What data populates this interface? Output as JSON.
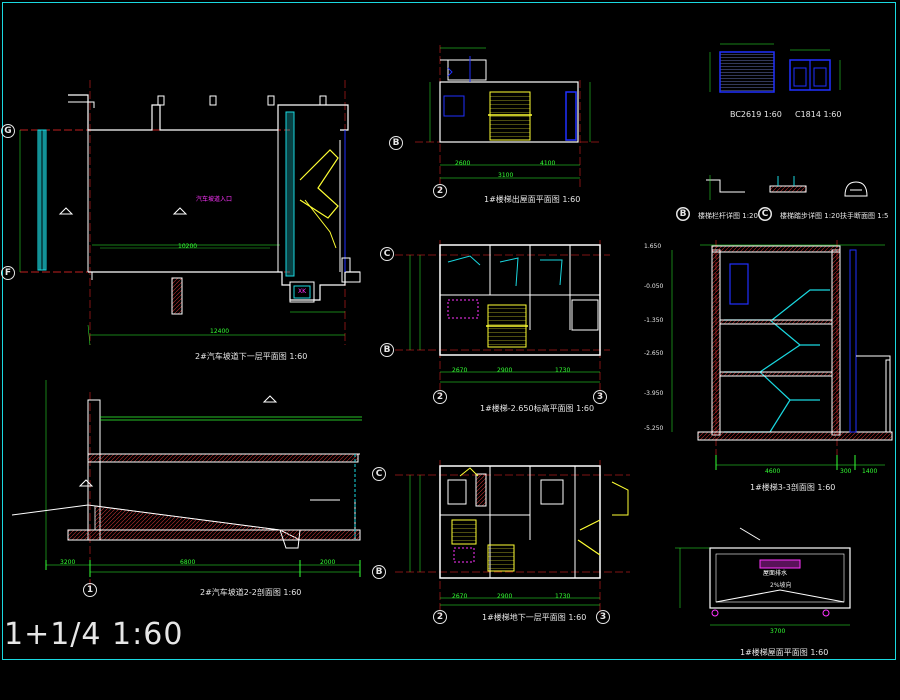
{
  "colors": {
    "background": "#000000",
    "wall": "#ffffff",
    "dimension": "#33ff33",
    "grid_line": "#ff2a2a",
    "stair": "#ffff33",
    "hatch_cyan": "#1ad8e0",
    "door_blue": "#2030ff",
    "magenta": "#ff33ff",
    "text": "#e6e6e6"
  },
  "scale_note": "1+1/4 1:60",
  "drawings": {
    "garage_plan": {
      "title": "2#汽车坡道下一层平面图",
      "scale": "1:60",
      "total_dim": "12400",
      "inner_dim": "10200",
      "room_tag": "汽车坡道入口",
      "well_tag": "XK",
      "axes": [
        "G",
        "F"
      ]
    },
    "garage_section": {
      "title": "2#汽车坡道2-2剖面图",
      "scale": "1:60",
      "dims": [
        "3200",
        "6800",
        "2000"
      ],
      "axes": [
        "1"
      ]
    },
    "stair_top_plan": {
      "title": "1#楼梯出屋面平面图",
      "scale": "1:60",
      "dims": [
        "3100",
        "2600",
        "4100"
      ],
      "axes": [
        "B",
        "2"
      ]
    },
    "stair_mid_plan": {
      "title": "1#楼梯-2.650标高平面图",
      "scale": "1:60",
      "dims": [
        "2670",
        "2900",
        "1730"
      ],
      "axes": [
        "C",
        "B",
        "2",
        "3"
      ]
    },
    "stair_base_plan": {
      "title": "1#楼梯地下一层平面图",
      "scale": "1:60",
      "dims": [
        "2670",
        "2900",
        "1730"
      ],
      "axes": [
        "C",
        "B",
        "2",
        "3"
      ]
    },
    "section_33": {
      "title": "1#楼梯3-3剖面图",
      "scale": "1:60",
      "dims": [
        "4600",
        "300",
        "1400"
      ],
      "elevations": [
        "1.650",
        "-0.050",
        "-1.350",
        "-2.650",
        "-3.950",
        "-5.250"
      ]
    },
    "roof_plan": {
      "title": "1#楼梯屋面平面图",
      "scale": "1:60",
      "dims": [
        "3700"
      ],
      "room_tag": "屋面排水",
      "note": "2%坡向"
    },
    "window_schedule": [
      {
        "code": "BC2619",
        "scale": "1:60"
      },
      {
        "code": "C1814",
        "scale": "1:60"
      }
    ],
    "details": [
      {
        "mark": "B",
        "label": "楼梯栏杆详图",
        "scale": "1:20"
      },
      {
        "mark": "C",
        "label": "楼梯踏步详图",
        "scale": "1:20"
      },
      {
        "mark": "",
        "label": "扶手断面图",
        "scale": "1:5"
      }
    ]
  }
}
